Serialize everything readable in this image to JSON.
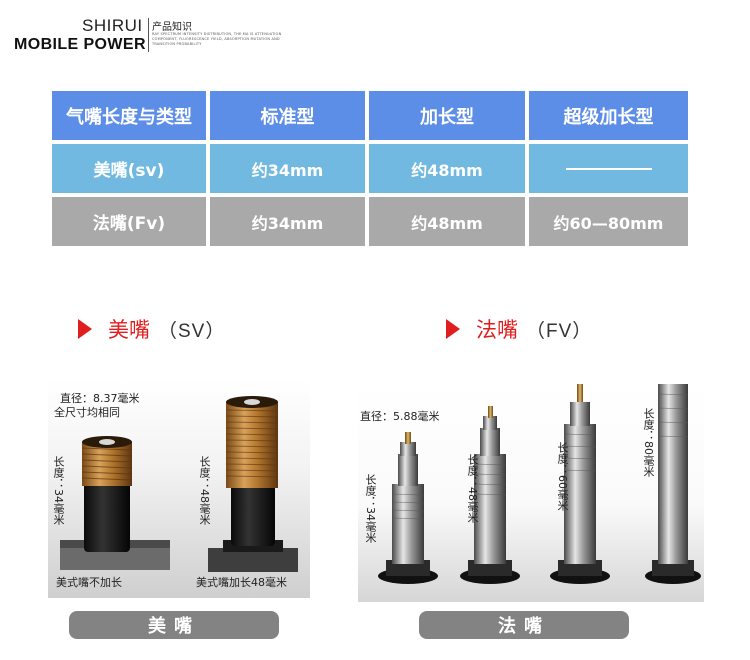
{
  "logo": {
    "brand_line1": "SHIRUI",
    "brand_line2": "MOBILE POWER",
    "cn_title": "产品知识",
    "fine_print": "RAY SPECTRUM INTENSITY DISTRIBUTION, THE MA IS ATTENUATION COMPONENT, FLUORESCENCE YIELD, ABSORPTION MUTATION AND TRANSITION PROBABILITY"
  },
  "table": {
    "headers": [
      "气嘴长度与类型",
      "标准型",
      "加长型",
      "超级加长型"
    ],
    "rows": [
      {
        "type": "美嘴(sv)",
        "standard": "约34mm",
        "long": "约48mm",
        "super_long": "————"
      },
      {
        "type": "法嘴(Fv)",
        "standard": "约34mm",
        "long": "约48mm",
        "super_long": "约60—80mm"
      }
    ],
    "colors": {
      "header": "#5c8ee8",
      "sv_row": "#72b9e2",
      "fv_row": "#a9a9a9"
    }
  },
  "sections": {
    "sv": {
      "title_cn": "美嘴",
      "title_en": "（SV）"
    },
    "fv": {
      "title_cn": "法嘴",
      "title_en": "（FV）"
    },
    "accent": "#e01e1e"
  },
  "sv_photo": {
    "diameter": "直径：8.37毫米",
    "all_sizes": "全尺寸均相同",
    "length_34": "长度：34毫米",
    "length_48": "长度：48毫米",
    "caption_short": "美式嘴不加长",
    "caption_long": "美式嘴加长48毫米"
  },
  "fv_photo": {
    "diameter": "直径：5.88毫米",
    "length_34": "长度：34毫米",
    "length_48": "长度：48毫米",
    "length_60": "长度：60毫米",
    "length_80": "长度：80毫米"
  },
  "buttons": {
    "sv": "美嘴",
    "fv": "法嘴"
  }
}
